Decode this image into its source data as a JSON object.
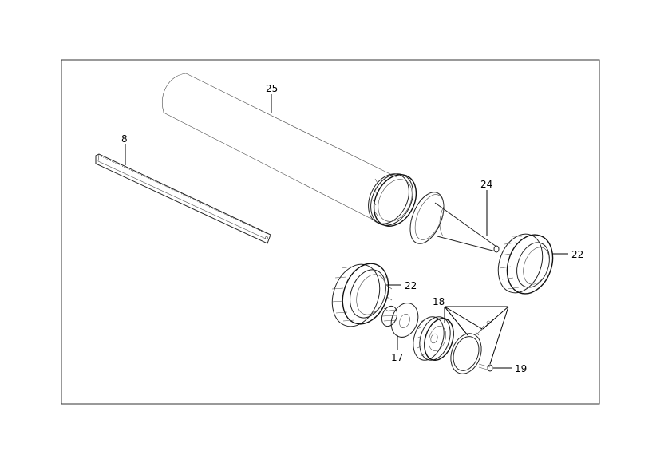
{
  "diagram": {
    "labels": {
      "rack": "8",
      "barrel": "25",
      "nozzle": "24",
      "cap_right": "22",
      "cap_left": "22",
      "plunger_parts": "18",
      "washer": "17",
      "pin": "19"
    },
    "colors": {
      "frame": "#333333",
      "line": "#222222",
      "leader": "#000000"
    }
  }
}
